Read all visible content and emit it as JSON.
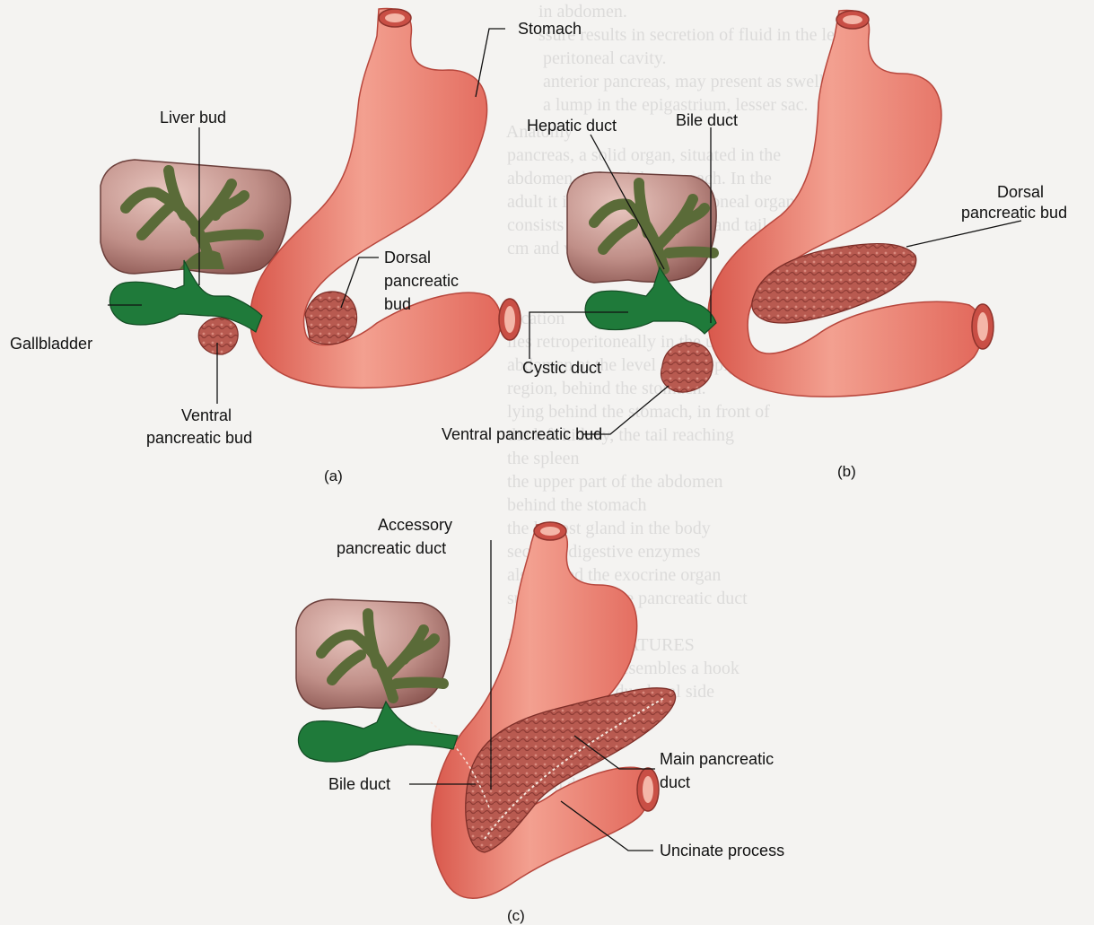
{
  "labels": {
    "stomach": "Stomach",
    "liver_bud": "Liver bud",
    "dorsal_bud_a_line1": "Dorsal",
    "dorsal_bud_a_line2": "pancreatic",
    "dorsal_bud_a_line3": "bud",
    "gallbladder": "Gallbladder",
    "ventral_bud_a_line1": "Ventral",
    "ventral_bud_a_line2": "pancreatic bud",
    "hepatic_duct": "Hepatic duct",
    "bile_duct_b": "Bile duct",
    "dorsal_bud_b_line1": "Dorsal",
    "dorsal_bud_b_line2": "pancreatic bud",
    "cystic_duct": "Cystic duct",
    "ventral_bud_b": "Ventral pancreatic bud",
    "accessory_duct_line1": "Accessory",
    "accessory_duct_line2": "pancreatic duct",
    "main_duct_line1": "Main pancreatic",
    "main_duct_line2": "duct",
    "bile_duct_c": "Bile duct",
    "uncinate_process": "Uncinate process"
  },
  "panels": {
    "a": "(a)",
    "b": "(b)",
    "c": "(c)"
  },
  "colors": {
    "gut": "#ee7a6c",
    "gut_dark": "#c9524a",
    "liver": "#9c6a66",
    "liver_light": "#d8b1aa",
    "bud_green": "#1f7a3a",
    "tree_green": "#5d6e3a",
    "pancreas": "#b9564e"
  }
}
